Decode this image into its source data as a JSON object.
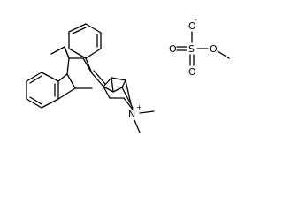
{
  "atoms": {
    "oxygen": "O",
    "sulfur": "S",
    "nitrogen": "N"
  },
  "charges": {
    "negative": "-",
    "positive": "+"
  },
  "colors": {
    "bond": "#000000",
    "background": "#ffffff"
  }
}
